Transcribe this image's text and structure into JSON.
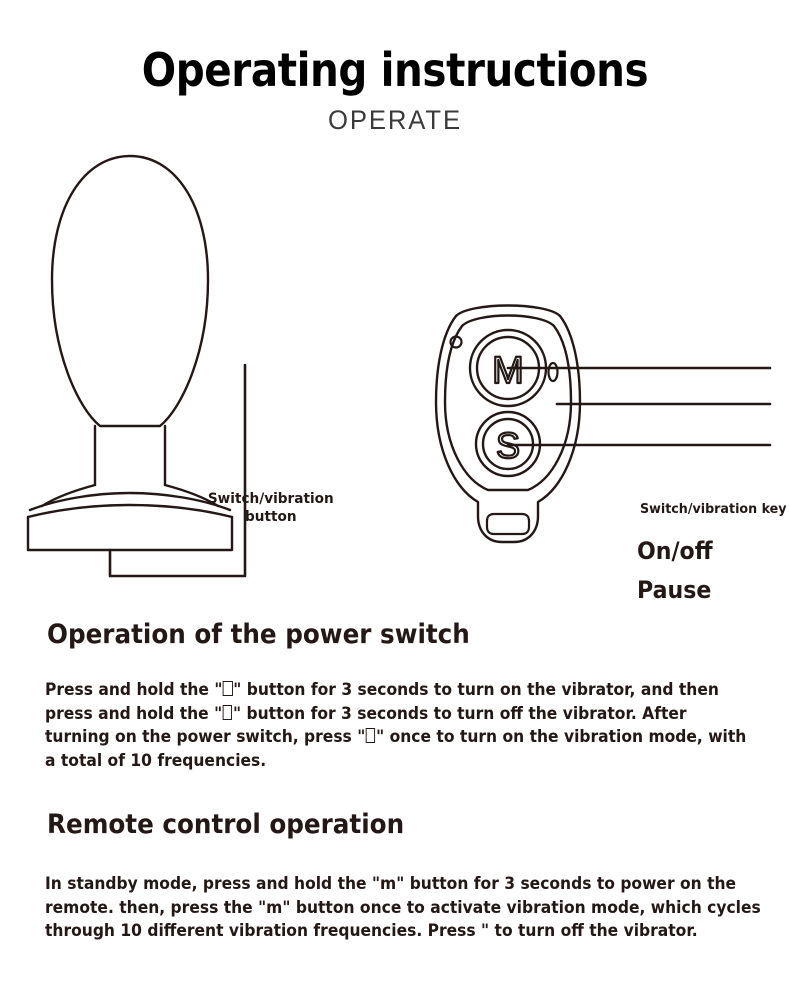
{
  "header": {
    "title": "Operating instructions",
    "subtitle": "OPERATE"
  },
  "diagram": {
    "plug_label": "Switch/vibration button",
    "remote_callouts": {
      "switch_vibration_key": "Switch/vibration key",
      "on_off": "On/off",
      "pause": "Pause"
    },
    "remote_buttons": {
      "mode_button": "M",
      "shutter_button": "S"
    },
    "line_color": "#231815"
  },
  "sections": [
    {
      "heading": "Operation of the power switch",
      "body_parts": [
        {
          "type": "text",
          "value": "Press and hold the \""
        },
        {
          "type": "missing-glyph"
        },
        {
          "type": "text",
          "value": "\" button for 3 seconds to turn on the vibrator, and then press and hold the \""
        },
        {
          "type": "missing-glyph"
        },
        {
          "type": "text",
          "value": "\" button for 3 seconds to turn off the vibrator. After turning on the power switch, press \""
        },
        {
          "type": "missing-glyph"
        },
        {
          "type": "text",
          "value": "\" once to turn on the vibration mode, with a total of 10 frequencies."
        }
      ]
    },
    {
      "heading": "Remote control operation",
      "body_parts": [
        {
          "type": "text",
          "value": "In standby mode, press and hold the \"m\" button for 3 seconds to power on the remote. then, press the \"m\" button once to activate vibration mode, which cycles through 10 different vibration frequencies. Press \" to turn off the vibrator."
        }
      ]
    }
  ]
}
